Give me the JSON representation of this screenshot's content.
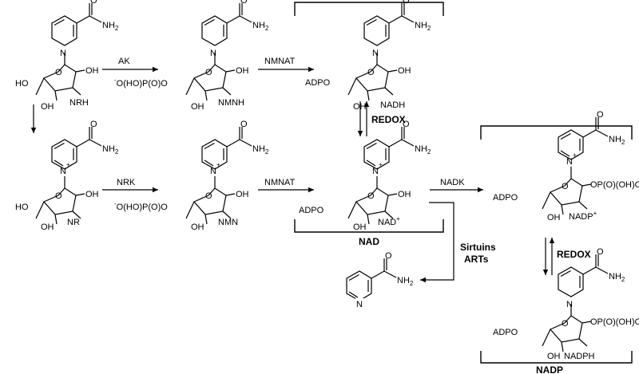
{
  "compounds": {
    "nrh": {
      "label": "NRH",
      "oh_left": "HO",
      "oh_a": "OH",
      "oh_b": "OH",
      "amide": "NH",
      "amide_sub": "2"
    },
    "nmnh": {
      "label": "NMNH",
      "phos": "O(HO)P(O)O",
      "phos_sup": "-",
      "oh_a": "OH",
      "oh_b": "OH",
      "amide": "NH",
      "amide_sub": "2"
    },
    "nadh": {
      "label": "NADH",
      "adpo": "ADPO",
      "oh_a": "OH",
      "oh_b": "OH",
      "amide": "NH",
      "amide_sub": "2"
    },
    "nr": {
      "label": "NR",
      "oh_left": "HO",
      "oh_a": "OH",
      "oh_b": "OH",
      "amide": "NH",
      "amide_sub": "2"
    },
    "nmn": {
      "label": "NMN",
      "phos": "O(HO)P(O)O",
      "phos_sup": "-",
      "oh_a": "OH",
      "oh_b": "OH",
      "amide": "NH",
      "amide_sub": "2"
    },
    "nad": {
      "label": "NAD",
      "label_sup": "+",
      "adpo": "ADPO",
      "oh_a": "OH",
      "oh_b": "OH",
      "amide": "NH",
      "amide_sub": "2"
    },
    "nadp": {
      "label": "NADP",
      "label_sup": "+",
      "adpo": "ADPO",
      "oh_a": "OH",
      "sub_group": "OP(O)(OH)O",
      "sub_sup": "-",
      "amide": "NH",
      "amide_sub": "2"
    },
    "nadph": {
      "label": "NADPH",
      "adpo": "ADPO",
      "oh_a": "OH",
      "sub_group": "OP(O)(OH)O",
      "sub_sup": "-",
      "amide": "NH",
      "amide_sub": "2"
    },
    "nicotinamide": {
      "amide": "NH",
      "amide_sub": "2"
    }
  },
  "enzymes": {
    "ak": "AK",
    "nmnat_top": "NMNAT",
    "nrk": "NRK",
    "nmnat_bottom": "NMNAT",
    "nadk": "NADK",
    "sirtuins": "Sirtuins",
    "arts": "ARTs",
    "redox_nad": "REDOX",
    "redox_nadp": "REDOX"
  },
  "groups": {
    "nad": "NAD",
    "nadp": "NADP"
  },
  "charges": {
    "plus": "+",
    "minus": "-"
  },
  "atoms": {
    "n": "N"
  }
}
